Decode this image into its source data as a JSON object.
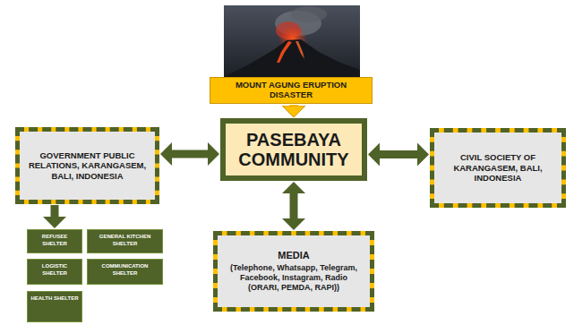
{
  "diagram": {
    "nodes": [
      {
        "text": [
          "MOUNT AGUNG ERUPTION DISASTER"
        ]
      },
      {
        "text": [
          "GOVERNMENT PUBLIC RELATIONS, KARANGASEM, BALI, INDONESIA"
        ]
      },
      {
        "text": [
          "PASEBAYA COMMUNITY"
        ]
      },
      {
        "text": [
          "CIVIL SOCIETY OF KARANGASEM, BALI, INDONESIA"
        ]
      },
      {
        "text": [
          "REFUSEE SHELTER"
        ]
      },
      {
        "text": [
          "GENERAL KITCHEN SHELTER"
        ]
      },
      {
        "text": [
          "LOGISTIC SHELTER"
        ]
      },
      {
        "text": [
          "COMMUNICATION SHELTER"
        ]
      },
      {
        "text": [
          "HEALTH SHELTER"
        ]
      },
      {
        "text": [
          "MEDIA",
          "(Telephone, Whatsapp, Telegram, Facebook, Instagram, Radio (ORARI, PEMDA, RAPI))"
        ]
      }
    ],
    "edges": [
      {
        "from": 0,
        "to": 2,
        "arrow": "to"
      },
      {
        "from": 1,
        "to": 2,
        "arrow": "both"
      },
      {
        "from": 2,
        "to": 3,
        "arrow": "both"
      },
      {
        "from": 2,
        "to": 9,
        "arrow": "both"
      },
      {
        "from": 1,
        "to": 4,
        "arrow": "to"
      }
    ]
  }
}
